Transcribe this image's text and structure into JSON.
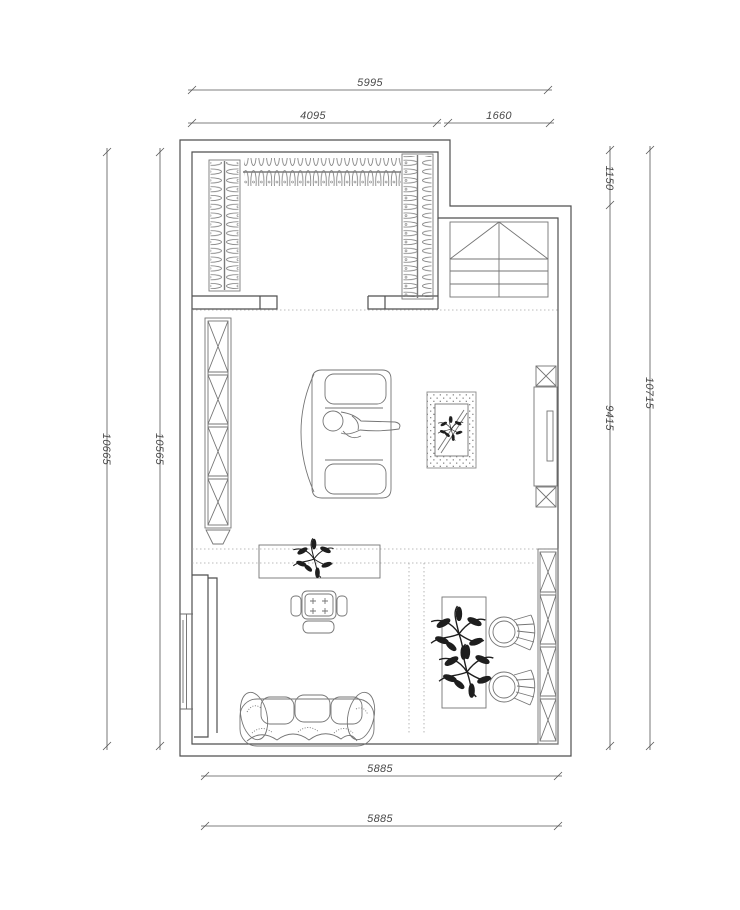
{
  "drawing": {
    "type": "architectural-floor-plan",
    "colors": {
      "background": "#ffffff",
      "walls": "#4f4f4f",
      "furniture": "#757575",
      "dimension_lines": "#555555",
      "plants": "#1e1e1e"
    },
    "dimensions": {
      "top_total": "5995",
      "top_left": "4095",
      "top_right": "1660",
      "left_outer": "10665",
      "left_inner": "10565",
      "right_upper": "1150",
      "right_lower": "9415",
      "right_total": "10715",
      "bottom_inner": "5885",
      "bottom_outer": "5885"
    },
    "elements": [
      "walk-in-closet",
      "clothes-rails",
      "stairs",
      "shelf-cabinet-left",
      "lounge-sofa-with-person",
      "coffee-table-rug",
      "tv-cabinet",
      "speaker-boxes",
      "console-table",
      "game-table-with-chairs",
      "window",
      "bottom-sofa",
      "bar-counter",
      "bar-stools",
      "shelf-cabinet-right",
      "plants"
    ]
  }
}
